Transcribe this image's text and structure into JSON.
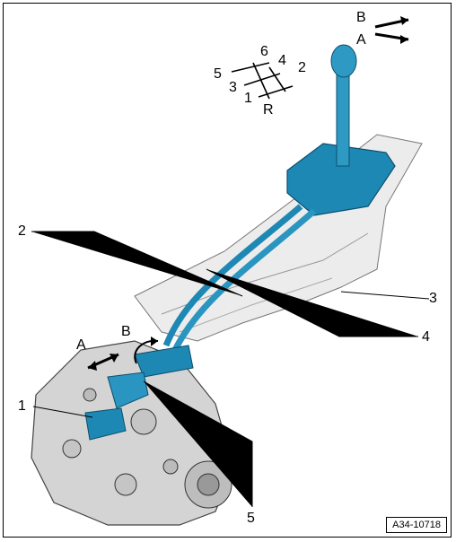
{
  "figure": {
    "reference": "A34-10718",
    "callouts": {
      "c1": "1",
      "c2": "2",
      "c3": "3",
      "c4": "4",
      "c5": "5"
    },
    "direction_labels": {
      "top_b": "B",
      "top_a": "A",
      "left_a": "A",
      "left_b": "B"
    },
    "shift_pattern": {
      "g1": "1",
      "g2": "2",
      "g3": "3",
      "g4": "4",
      "g5": "5",
      "g6": "6",
      "gr": "R"
    },
    "colors": {
      "cable_blue": "#1e88b4",
      "housing_gray": "#d8d8d8",
      "line": "#000000"
    }
  }
}
